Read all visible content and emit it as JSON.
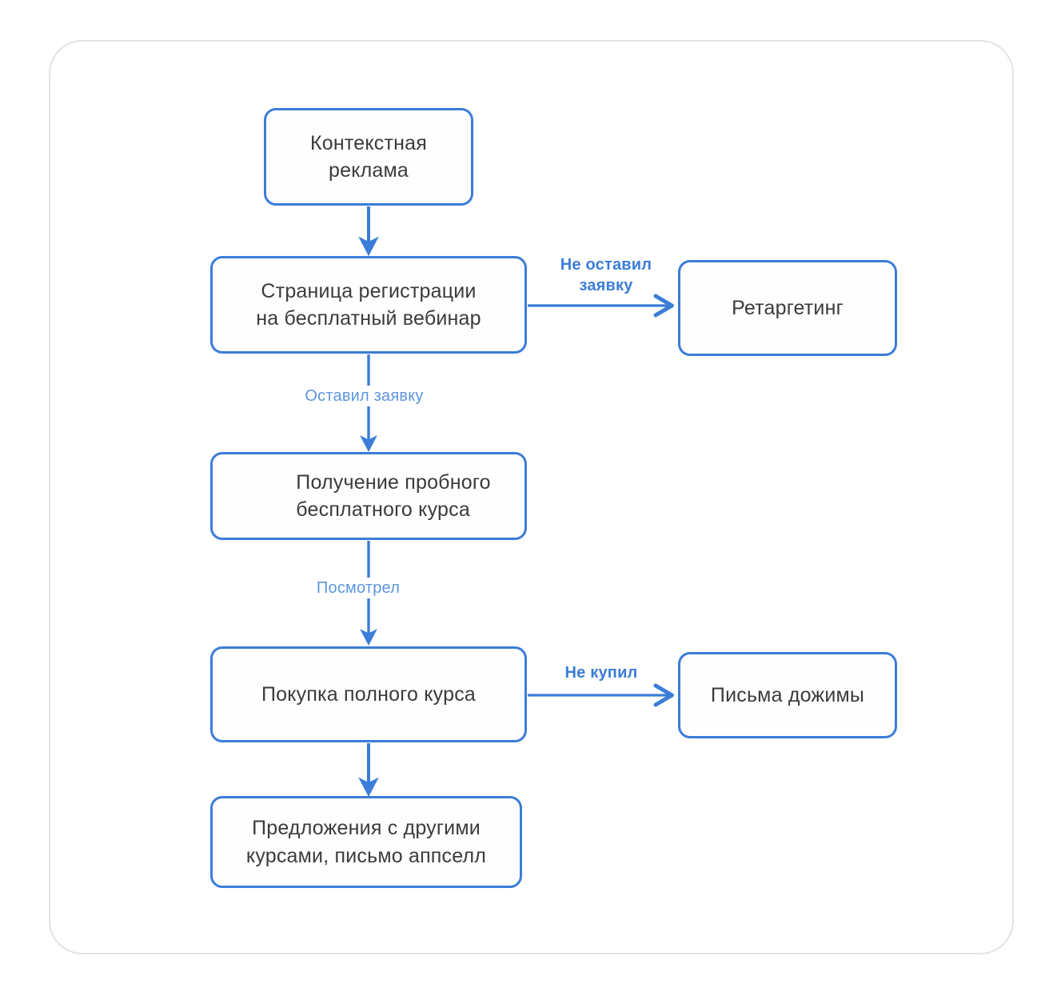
{
  "card": {
    "border_color": "#e3e3e3",
    "background": "#ffffff"
  },
  "theme": {
    "node_border": "#3b7dd8",
    "node_text": "#3b3b3b",
    "edge_color": "#3b7dd8",
    "label_color": "#3b7dd8",
    "label_color_soft": "#5e96e0"
  },
  "diagram": {
    "type": "flowchart",
    "title": "",
    "nodes": [
      {
        "id": "ads",
        "label": "Контекстная\nреклама"
      },
      {
        "id": "reg",
        "label": "Страница регистрации\nна бесплатный вебинар"
      },
      {
        "id": "retarget",
        "label": "Ретаргетинг"
      },
      {
        "id": "trial",
        "label": "Получение пробного\nбесплатного  курса"
      },
      {
        "id": "buy",
        "label": "Покупка полного курса"
      },
      {
        "id": "nurture",
        "label": "Письма дожимы"
      },
      {
        "id": "offers",
        "label": "Предложения с другими\nкурсами, письмо аппселл"
      }
    ],
    "edges": [
      {
        "from": "ads",
        "to": "reg",
        "label": "",
        "direction": "down"
      },
      {
        "from": "reg",
        "to": "retarget",
        "label": "Не оставил\nзаявку",
        "direction": "right"
      },
      {
        "from": "reg",
        "to": "trial",
        "label": "Оставил заявку",
        "direction": "down"
      },
      {
        "from": "trial",
        "to": "buy",
        "label": "Посмотрел",
        "direction": "down"
      },
      {
        "from": "buy",
        "to": "nurture",
        "label": "Не купил",
        "direction": "right"
      },
      {
        "from": "buy",
        "to": "offers",
        "label": "",
        "direction": "down"
      }
    ]
  }
}
